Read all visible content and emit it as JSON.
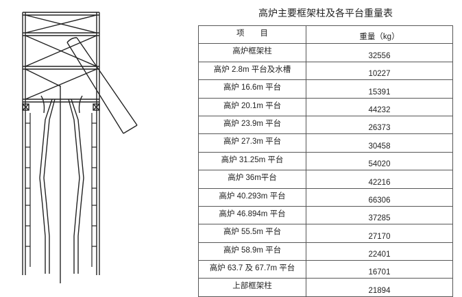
{
  "title": "高炉主要框架柱及各平台重量表",
  "header": {
    "item": "项　　目",
    "weight": "重量（kg）"
  },
  "rows": [
    {
      "item": "高炉框架柱",
      "weight": "32556"
    },
    {
      "item": "高炉 2.8m 平台及水槽",
      "weight": "10227"
    },
    {
      "item": "高炉 16.6m 平台",
      "weight": "15391"
    },
    {
      "item": "高炉 20.1m 平台",
      "weight": "44232"
    },
    {
      "item": "高炉 23.9m 平台",
      "weight": "26373"
    },
    {
      "item": "高炉 27.3m 平台",
      "weight": "30458"
    },
    {
      "item": "高炉 31.25m 平台",
      "weight": "54020"
    },
    {
      "item": "高炉 36m平台",
      "weight": "42216"
    },
    {
      "item": "高炉 40.293m 平台",
      "weight": "66306"
    },
    {
      "item": "高炉 46.894m 平台",
      "weight": "37285"
    },
    {
      "item": "高炉 55.5m 平台",
      "weight": "27170"
    },
    {
      "item": "高炉 58.9m 平台",
      "weight": "22401"
    },
    {
      "item": "高炉 63.7 及 67.7m 平台",
      "weight": "16701"
    },
    {
      "item": "上部框架柱",
      "weight": "21894"
    }
  ]
}
